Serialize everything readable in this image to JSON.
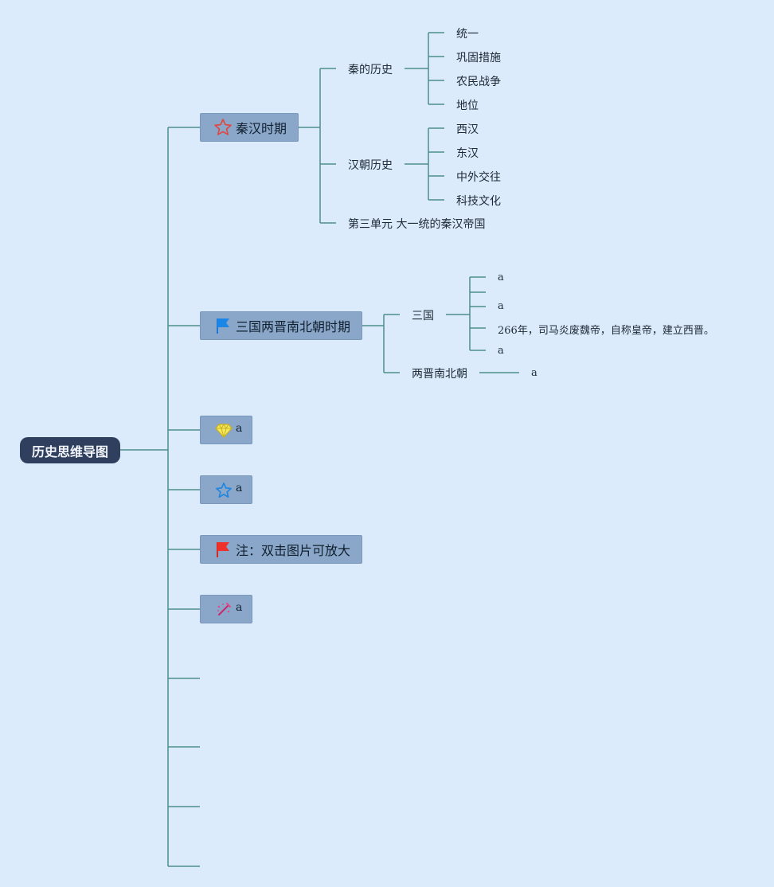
{
  "root": {
    "label": "历史思维导图"
  },
  "branches": [
    {
      "label": "秦汉时期",
      "icon": "star-outline-red-icon"
    },
    {
      "label": "三国两晋南北朝时期",
      "icon": "flag-blue-icon"
    },
    {
      "label": "a",
      "icon": "diamond-icon"
    },
    {
      "label": "a",
      "icon": "star-outline-blue-icon"
    },
    {
      "label": "注：双击图片可放大",
      "icon": "flag-red-icon"
    },
    {
      "label": "a",
      "icon": "magic-wand-icon"
    }
  ],
  "qinhan": {
    "qin": {
      "label": "秦的历史",
      "children": [
        "统一",
        "巩固措施",
        "农民战争",
        "地位"
      ]
    },
    "han": {
      "label": "汉朝历史",
      "children": [
        "西汉",
        "东汉",
        "中外交往",
        "科技文化"
      ]
    },
    "unit": {
      "label": "第三单元 大一统的秦汉帝国"
    }
  },
  "sanguo": {
    "sanguo": {
      "label": "三国",
      "children": [
        "a",
        "",
        "a",
        "266年，司马炎废魏帝，自称皇帝，建立西晋。",
        "a"
      ]
    },
    "nanbei": {
      "label": "两晋南北朝",
      "children": [
        "a"
      ]
    }
  },
  "colors": {
    "background": "#dcebfb",
    "line": "#4d8f8a",
    "root": "#2f3f5d",
    "branch": "#8aa7c9"
  }
}
